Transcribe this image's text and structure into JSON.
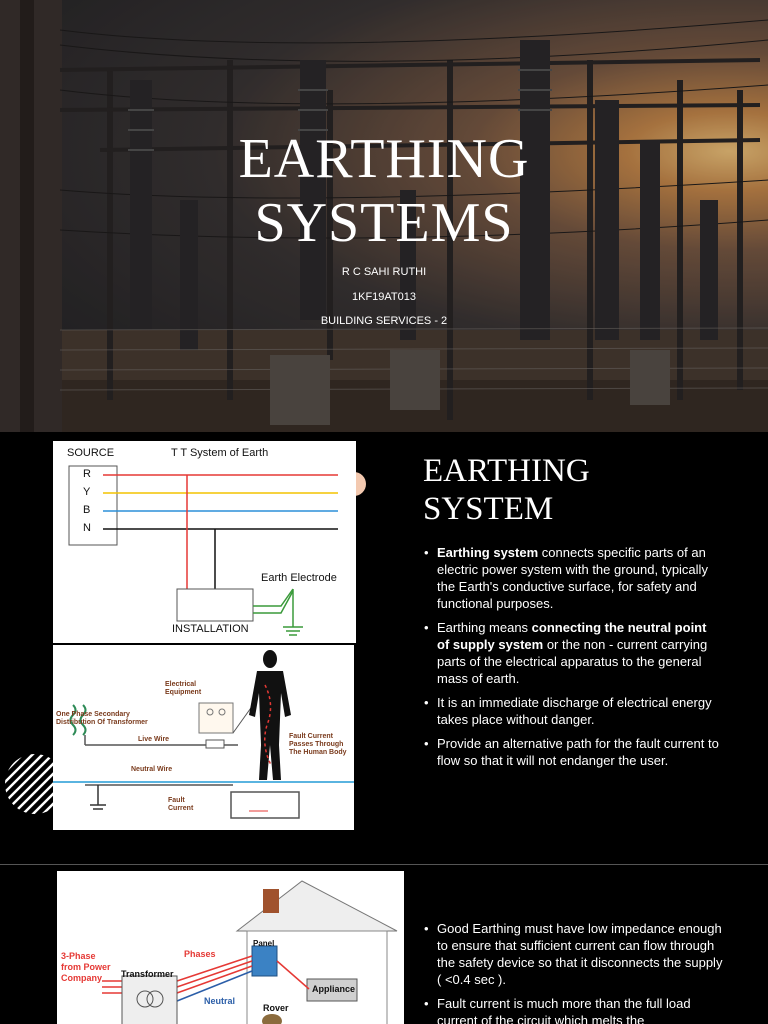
{
  "slide1": {
    "title_line1": "EARTHING",
    "title_line2": "SYSTEMS",
    "author": "R C SAHI RUTHI",
    "usn": "1KF19AT013",
    "course": "BUILDING SERVICES - 2"
  },
  "slide2": {
    "title_line1": "EARTHING",
    "title_line2": "SYSTEM",
    "diagram1": {
      "source": "SOURCE",
      "heading": "T T System of Earth",
      "r": "R",
      "y": "Y",
      "b": "B",
      "n": "N",
      "electrode": "Earth Electrode",
      "installation": "INSTALLATION"
    },
    "diagram2": {
      "equipment": "Electrical Equipment",
      "distribution": "One Phase Secondary Distribution Of Transformer",
      "live": "Live Wire",
      "neutral": "Neutral Wire",
      "fault_path": "Fault Current Passes Through The Human Body",
      "fault": "Fault Current"
    },
    "bullets": [
      {
        "bold": "Earthing system",
        "text": " connects specific parts of an electric power system with the ground, typically the Earth's conductive surface, for safety and functional purposes."
      },
      {
        "pre": "Earthing means ",
        "bold": "connecting the neutral point of supply system",
        "text": " or the non - current carrying parts of the electrical apparatus to the general mass of earth."
      },
      {
        "text": "It is an immediate discharge of electrical energy takes place without danger."
      },
      {
        "text": "Provide an alternative path for the fault current to flow so that it will not endanger the user."
      }
    ]
  },
  "slide3": {
    "diagram": {
      "source": "3-Phase from Power Company",
      "phases": "Phases",
      "transformer": "Transformer",
      "neutral": "Neutral",
      "panel": "Panel",
      "appliance": "Appliance",
      "rover": "Rover"
    },
    "bullets": [
      "Good Earthing must have low impedance enough to ensure that sufficient current can flow through the safety device so that it disconnects the supply ( <0.4 sec ).",
      " Fault current is much more than the full load current of the circuit which melts the"
    ]
  },
  "colors": {
    "phase_r": "#e53935",
    "phase_y": "#f4c400",
    "phase_b": "#2b8fd8",
    "neutral": "#111111",
    "earth": "#3a9a3a"
  }
}
